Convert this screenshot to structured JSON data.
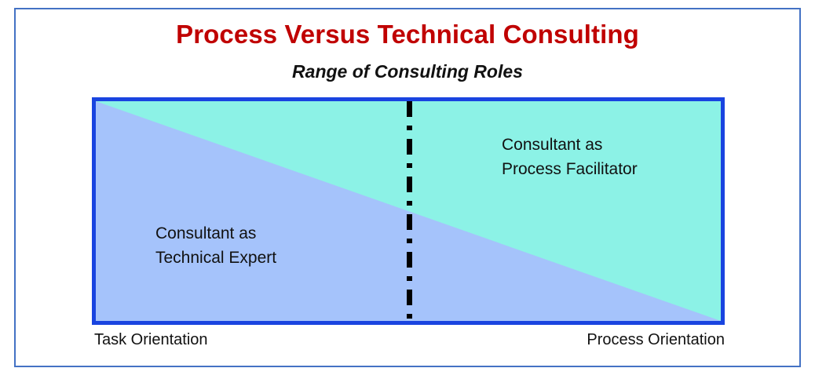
{
  "slide": {
    "title": "Process Versus Technical Consulting",
    "subtitle": "Range of Consulting Roles",
    "title_color": "#C00000",
    "subtitle_color": "#111111",
    "outer_frame_color": "#4472C4",
    "background_color": "#FFFFFF"
  },
  "diagram": {
    "border_color": "#1944E0",
    "process_region_color": "#8CF2E6",
    "task_region_color": "#A5C3FB",
    "divider_color": "#000000",
    "divider_style": "dash-dot",
    "regions": [
      {
        "name": "process-facilitator",
        "label_line1": "Consultant as",
        "label_line2": "Process Facilitator",
        "fill": "#8CF2E6"
      },
      {
        "name": "technical-expert",
        "label_line1": "Consultant as",
        "label_line2": "Technical Expert",
        "fill": "#A5C3FB"
      }
    ]
  },
  "axis": {
    "left_label": "Task Orientation",
    "right_label": "Process Orientation"
  }
}
